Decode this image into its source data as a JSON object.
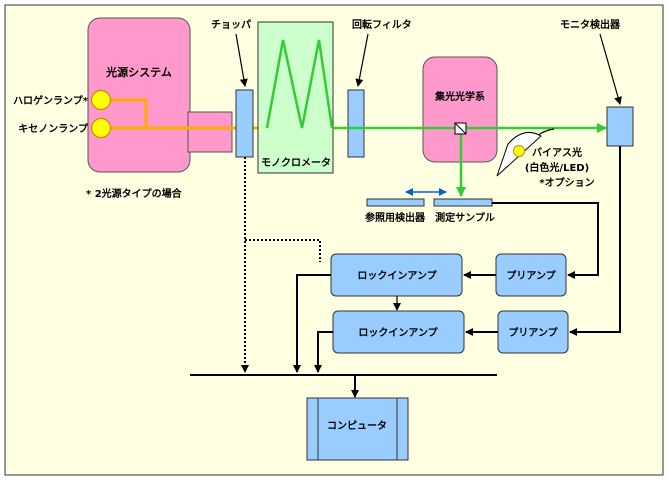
{
  "labels": {
    "light_source": "光源システム",
    "halogen_lamp": "ハロゲンランプ*",
    "xenon_lamp": "キセノンランプ",
    "note": "*  2光源タイプの場合",
    "chopper": "チョッパ",
    "monochromator": "モノクロメータ",
    "rotating_filter": "回転フィルタ",
    "condenser_optics": "集光光学系",
    "monitor_detector": "モニタ検出器",
    "bias_light": "バイアス光",
    "bias_light_type": "(白色光/LED)",
    "bias_light_option": "*オプション",
    "reference_detector": "参照用検出器",
    "sample": "測定サンプル",
    "lockin_amp_1": "ロックインアンプ",
    "lockin_amp_2": "ロックインアンプ",
    "preamp_1": "プリアンプ",
    "preamp_2": "プリアンプ",
    "computer": "コンピュータ"
  },
  "colors": {
    "background": "#FFFFE1",
    "light_source": "#FF99CC",
    "component": "#99CCFF",
    "monochromator": "#CCFFCC",
    "lamp": "#FFFF00",
    "source_beam": "#FFAA00",
    "mono_beam": "#33CC33",
    "swap_arrow": "#0066CC"
  }
}
